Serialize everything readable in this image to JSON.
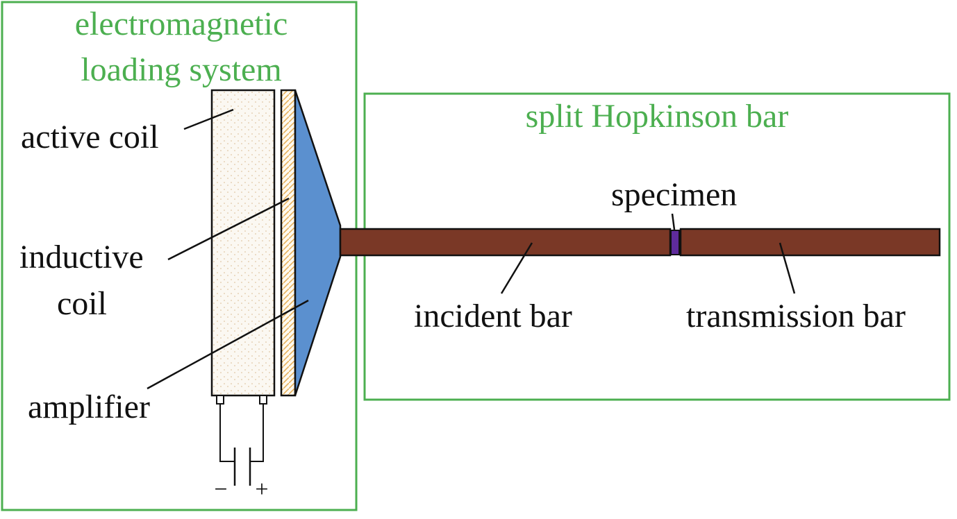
{
  "sections": {
    "loading_system": {
      "title_line1": "electromagnetic",
      "title_line2": "loading system"
    },
    "shpb": {
      "title": "split Hopkinson bar"
    }
  },
  "labels": {
    "active_coil": "active coil",
    "inductive_coil_line1": "inductive",
    "inductive_coil_line2": "coil",
    "amplifier": "amplifier",
    "specimen": "specimen",
    "incident_bar": "incident bar",
    "transmission_bar": "transmission bar"
  },
  "circuit": {
    "negative": "−",
    "positive": "+"
  },
  "colors": {
    "frame_green": "#4caf50",
    "bar_brown": "#7a3826",
    "amplifier_blue": "#5b90cf",
    "specimen_purple": "#5e2b9b",
    "inductive_coil_orange": "#e6b15b",
    "active_coil_fill": "#fbf8f2"
  }
}
